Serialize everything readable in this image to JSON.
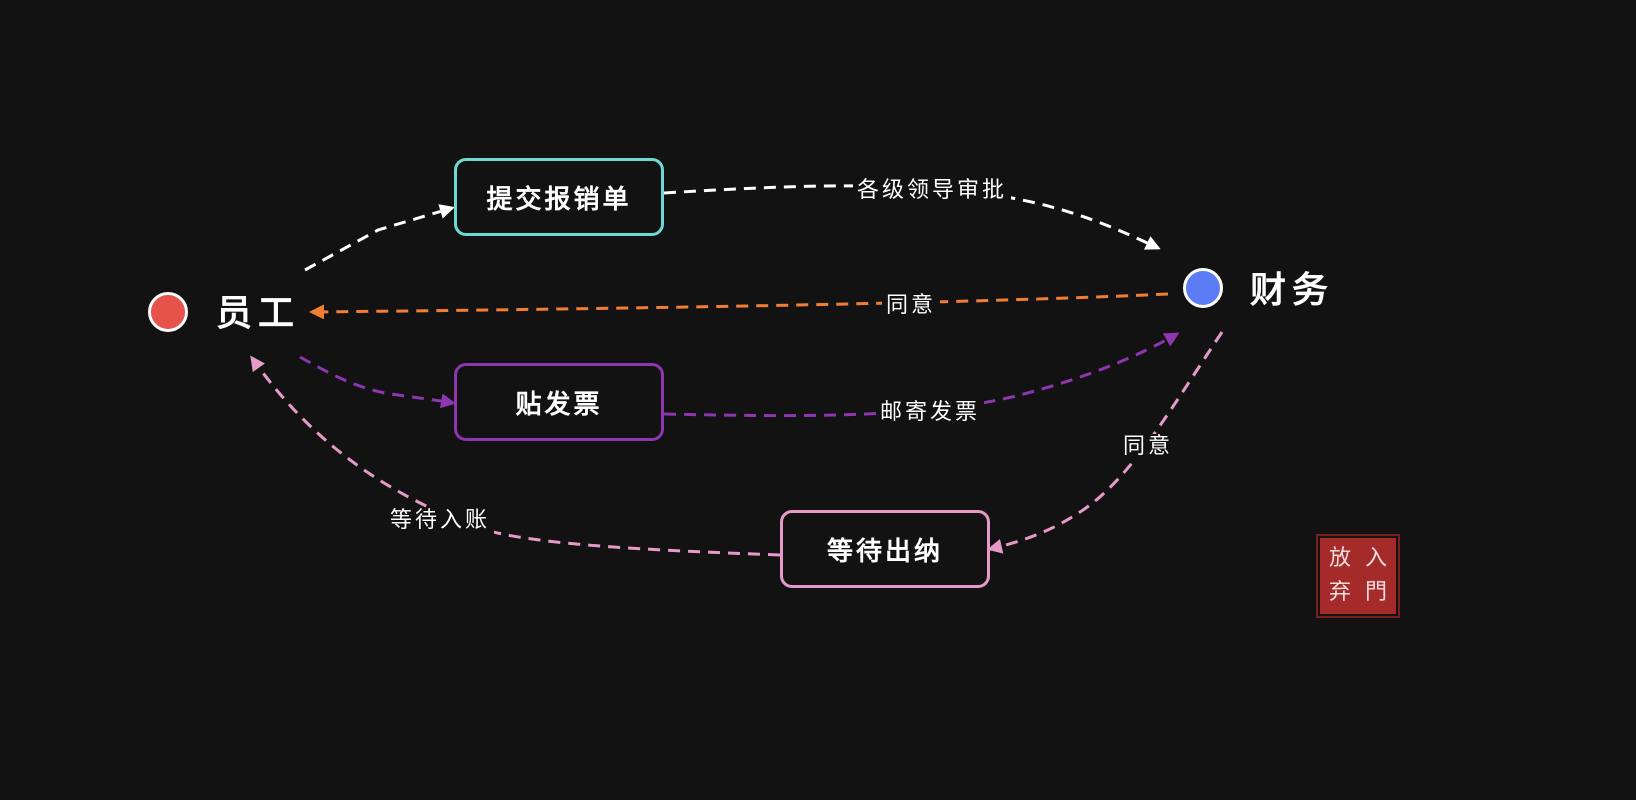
{
  "actors": {
    "employee": {
      "label": "员工",
      "color": "#e5534b"
    },
    "finance": {
      "label": "财务",
      "color": "#5b7cf5"
    }
  },
  "steps": {
    "submit": {
      "label": "提交报销单",
      "border_color": "#6fd9cf"
    },
    "invoice": {
      "label": "贴发票",
      "border_color": "#8e35b0"
    },
    "cashier": {
      "label": "等待出纳",
      "border_color": "#e59ac8"
    }
  },
  "edge_labels": {
    "approval": "各级领导审批",
    "agree_top": "同意",
    "mail_invoice": "邮寄发票",
    "agree_bottom": "同意",
    "await_entry": "等待入账"
  },
  "edge_colors": {
    "white": "#ffffff",
    "orange": "#f07f34",
    "purple": "#8e35b0",
    "pink": "#e59ac8"
  },
  "seal": {
    "chars": [
      "放",
      "入",
      "弃",
      "門"
    ],
    "color": "#a52a2a"
  }
}
